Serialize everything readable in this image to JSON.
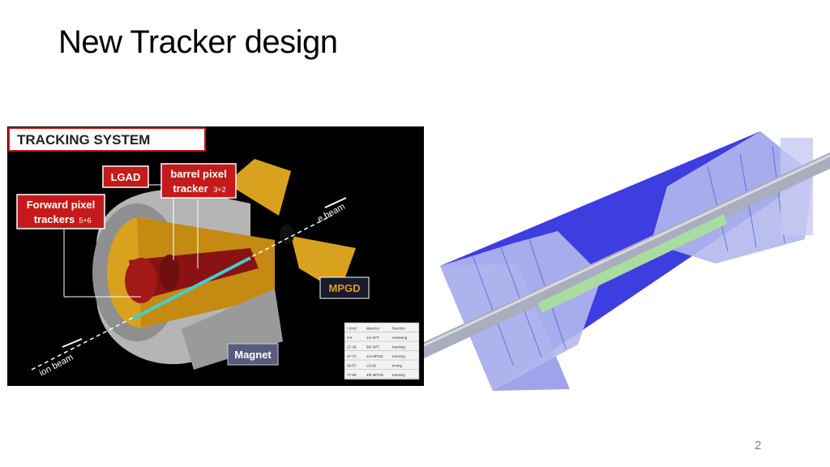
{
  "slide": {
    "title": "New Tracker design",
    "page_number": "2"
  },
  "left_figure": {
    "header": "TRACKING SYSTEM",
    "labels": {
      "lgad": "LGAD",
      "barrel_line1": "barrel pixel",
      "barrel_line2": "tracker",
      "barrel_sub": "3+2",
      "forward_line1": "Forward pixel",
      "forward_line2": "trackers",
      "forward_sub": "5+6",
      "mpgd": "MPGD",
      "magnet": "Magnet",
      "e_beam": "e beam",
      "ion_beam": "ion beam"
    },
    "table": {
      "headers": [
        "r (cm)",
        "detector",
        "function"
      ],
      "rows": [
        [
          "3-5",
          "1st SPT",
          "vertexing"
        ],
        [
          "17-36",
          "5th SPT",
          "tracking"
        ],
        [
          "47-72",
          "1st MPGD",
          "tracking"
        ],
        [
          "49-57",
          "LGAD",
          "timing"
        ],
        [
          "77-80",
          "4th MPGD",
          "tracking"
        ]
      ]
    },
    "colors": {
      "label_bg": "#c41a1a",
      "magnet_gray": "#b5b5b5",
      "mpgd_gold": "#d9a21e",
      "inner_red": "#8a1212",
      "beam_cyan": "#3fd0d0"
    }
  },
  "right_figure": {
    "colors": {
      "barrel_blue": "#3d3de0",
      "endcap_lavender": "#b3b8ee",
      "beam_pipe": "#a9adbd",
      "inner_green": "#a8dca0"
    }
  }
}
